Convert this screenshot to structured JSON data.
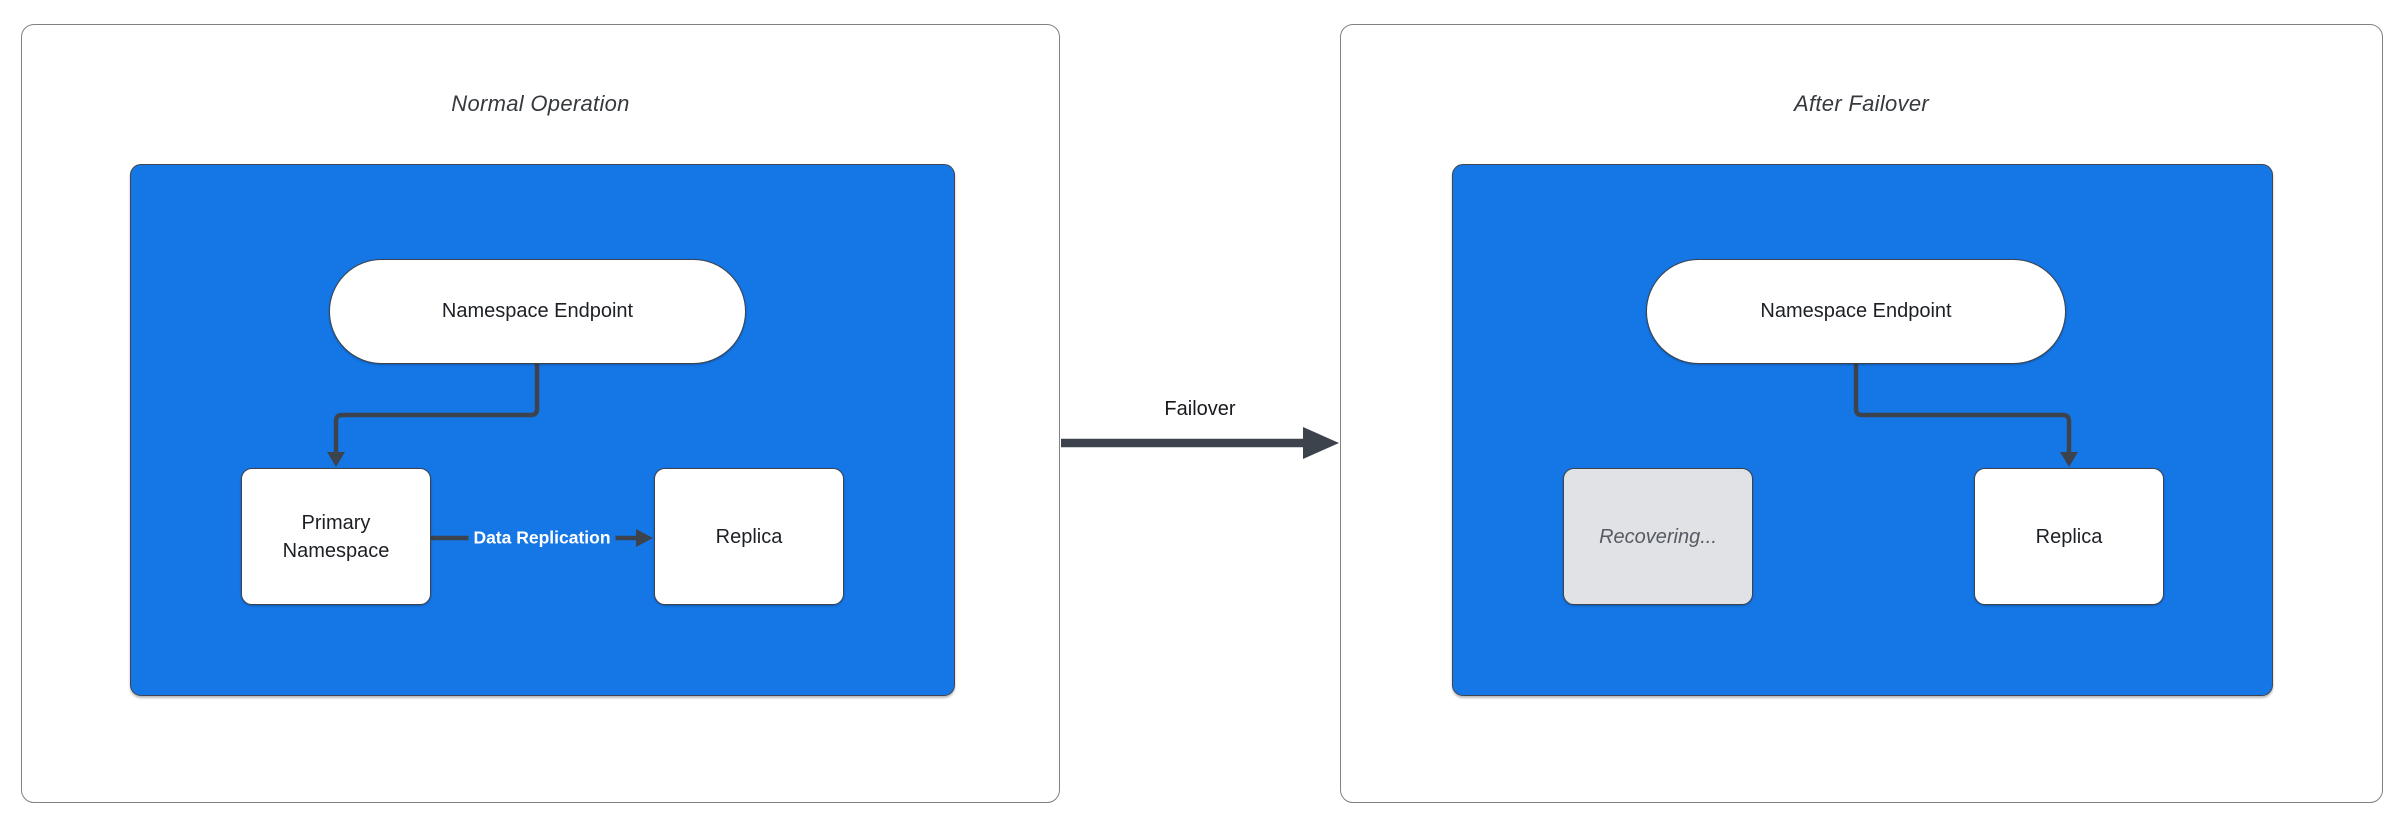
{
  "normal": {
    "title": "Normal Operation",
    "endpoint": "Namespace Endpoint",
    "primary": "Primary Namespace",
    "replica": "Replica",
    "replication": "Data Replication"
  },
  "failover": {
    "label": "Failover"
  },
  "after": {
    "title": "After Failover",
    "endpoint": "Namespace Endpoint",
    "recovering": "Recovering...",
    "replica": "Replica"
  },
  "colors": {
    "cluster_blue": "#1577e6",
    "connector": "#3d434d",
    "panel_border": "#818181",
    "recovering_bg": "#e0e2e5",
    "recovering_text": "#565b63",
    "node_text": "#1c1f24",
    "edge_label_text": "#ffffff",
    "title_text": "#36393d"
  }
}
